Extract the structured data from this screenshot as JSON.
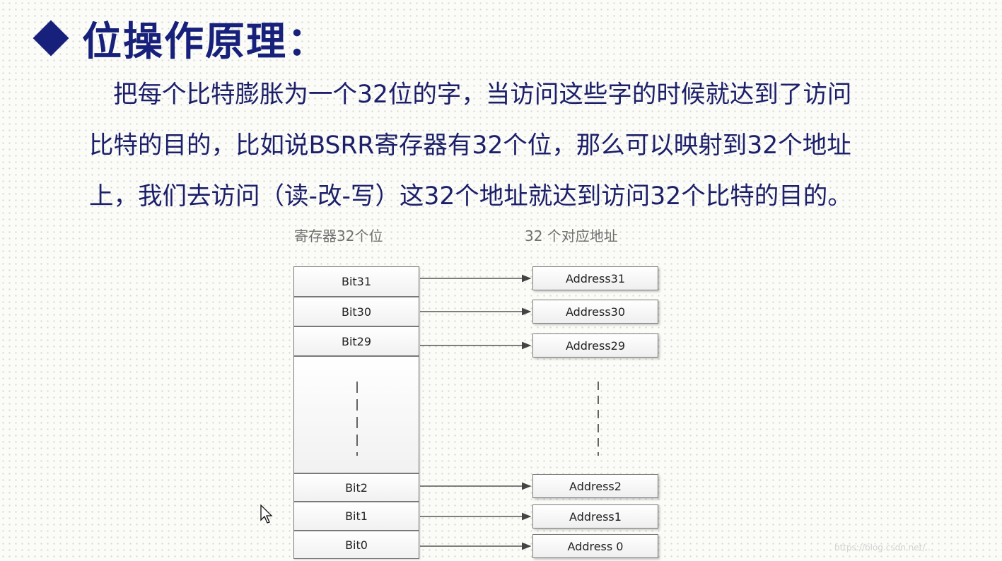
{
  "title": "位操作原理：",
  "body_lines": [
    "把每个比特膨胀为一个32位的字，当访问这些字的时候就达到了访问",
    "比特的目的，比如说BSRR寄存器有32个位，那么可以映射到32个地址",
    "上，我们去访问（读-改-写）这32个地址就达到访问32个比特的目的。"
  ],
  "diagram": {
    "register_header": "寄存器32个位",
    "address_header": "32 个对应地址",
    "bits": {
      "bit31": "Bit31",
      "bit30": "Bit30",
      "bit29": "Bit29",
      "bit2": "Bit2",
      "bit1": "Bit1",
      "bit0": "Bit0"
    },
    "addresses": {
      "addr31": "Address31",
      "addr30": "Address30",
      "addr29": "Address29",
      "addr2": "Address2",
      "addr1": "Address1",
      "addr0": "Address 0"
    }
  },
  "colors": {
    "title": "#17207a",
    "body_text": "#1c1f6a",
    "label": "#6f6f6f"
  },
  "watermark": "https://blog.csdn.net/..."
}
